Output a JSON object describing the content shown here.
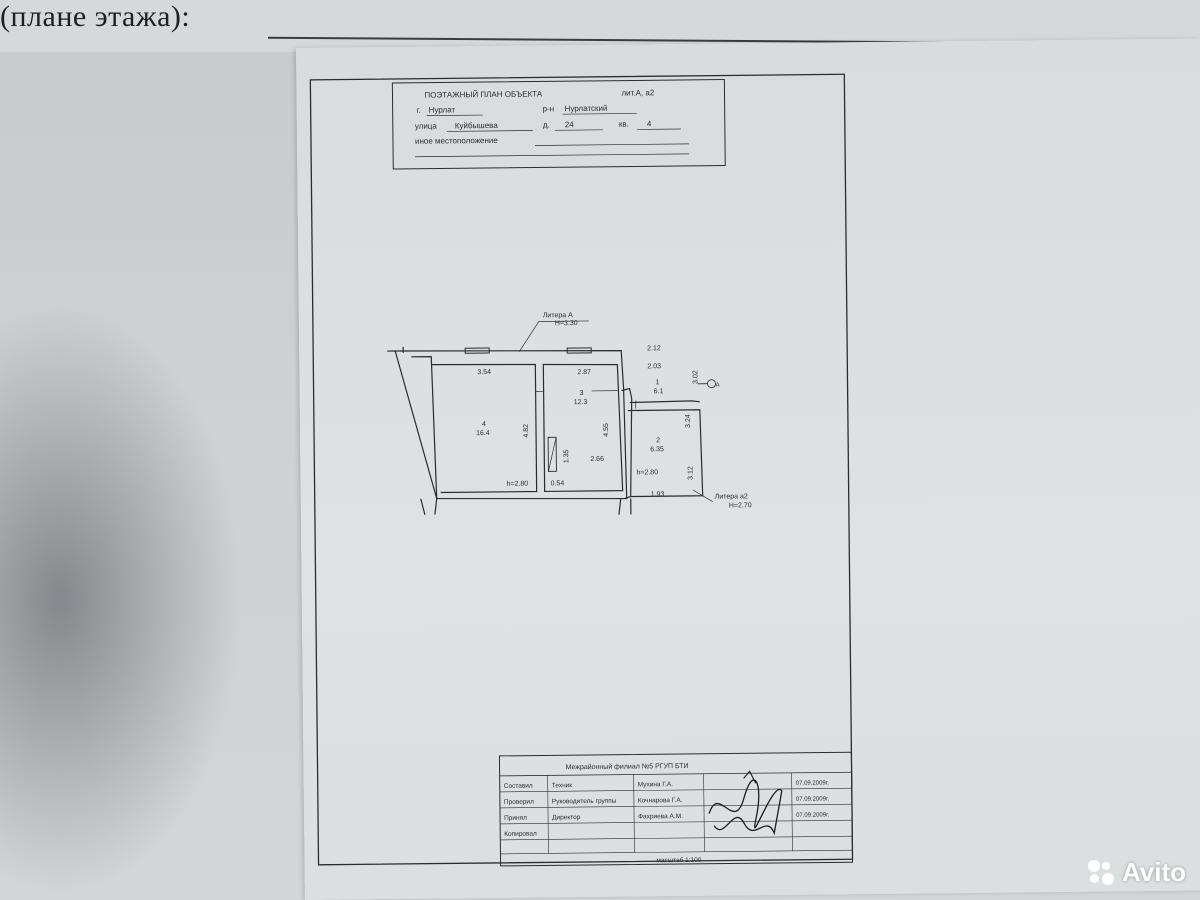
{
  "document": {
    "caption": "(плане этажа):",
    "plan_title": "ПОЭТАЖНЫЙ ПЛАН ОБЪЕКТА",
    "plan_litera": "лит.А, а2",
    "city_prefix": "г.",
    "city": "Нурлат",
    "district_prefix": "р-н",
    "district": "Нурлатский",
    "street_prefix": "улица",
    "street": "Куйбышева",
    "house_prefix": "д.",
    "house": "24",
    "apartment_prefix": "кв.",
    "apartment": "4",
    "other_location": "иное местоположение"
  },
  "plan": {
    "litera_a": "Литера А",
    "height_a": "H=3.30",
    "litera_a2": "Литера а2",
    "height_a2": "H=2.70",
    "dims": {
      "d1": "3.54",
      "d2": "2.87",
      "d3": "2.12",
      "d4": "2.03",
      "d5": "4.82",
      "d6": "4.55",
      "d7": "3.24",
      "d8": "3.02",
      "d9": "2.66",
      "d10": "0.54",
      "d11": "1.35",
      "d12": "1.93",
      "d13": "3.12"
    },
    "rooms": [
      {
        "num": "4",
        "area": "16.4"
      },
      {
        "num": "3",
        "area": "12.3"
      },
      {
        "num": "1",
        "area": "6.1"
      },
      {
        "num": "2",
        "area": "6.35"
      }
    ],
    "heights": {
      "h1": "h=2.80",
      "h2": "h=2.80"
    },
    "entrance_marker": "А"
  },
  "stamp": {
    "org": "Межрайонный филиал №5  РГУП БТИ",
    "rows": [
      {
        "role": "Составил",
        "position": "Техник",
        "name": "Мухина Г.А.",
        "date": "07.09.2009г."
      },
      {
        "role": "Проверил",
        "position": "Руководитель группы",
        "name": "Кочнарова Г.А.",
        "date": "07.09.2009г."
      },
      {
        "role": "Принял",
        "position": "Директор",
        "name": "Фахриева А.М.",
        "date": "07.09.2009г."
      },
      {
        "role": "Копировал",
        "position": "",
        "name": "",
        "date": ""
      }
    ],
    "scale": "масштаб 1:100"
  },
  "watermark": "Avito"
}
